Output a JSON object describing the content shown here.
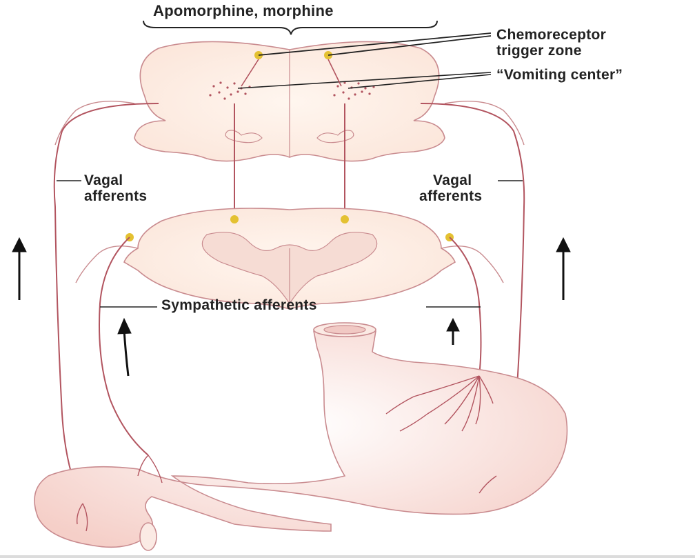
{
  "figure": {
    "labels": {
      "drugs": "Apomorphine, morphine",
      "ctz_line1": "Chemoreceptor",
      "ctz_line2": "trigger zone",
      "vomiting_center": "“Vomiting center”",
      "vagal_left_line1": "Vagal",
      "vagal_left_line2": "afferents",
      "vagal_right_line1": "Vagal",
      "vagal_right_line2": "afferents",
      "sympathetic": "Sympathetic afferents"
    },
    "colors": {
      "tissue_fill": "#fbe7dd",
      "tissue_outline": "#c98b8f",
      "nerve": "#b2545f",
      "ganglion": "#e4c132",
      "stomach_fill": "#f7d6d0",
      "leader": "#222222",
      "arrow": "#111111"
    },
    "icons": {
      "arrows": "up-arrow"
    }
  }
}
